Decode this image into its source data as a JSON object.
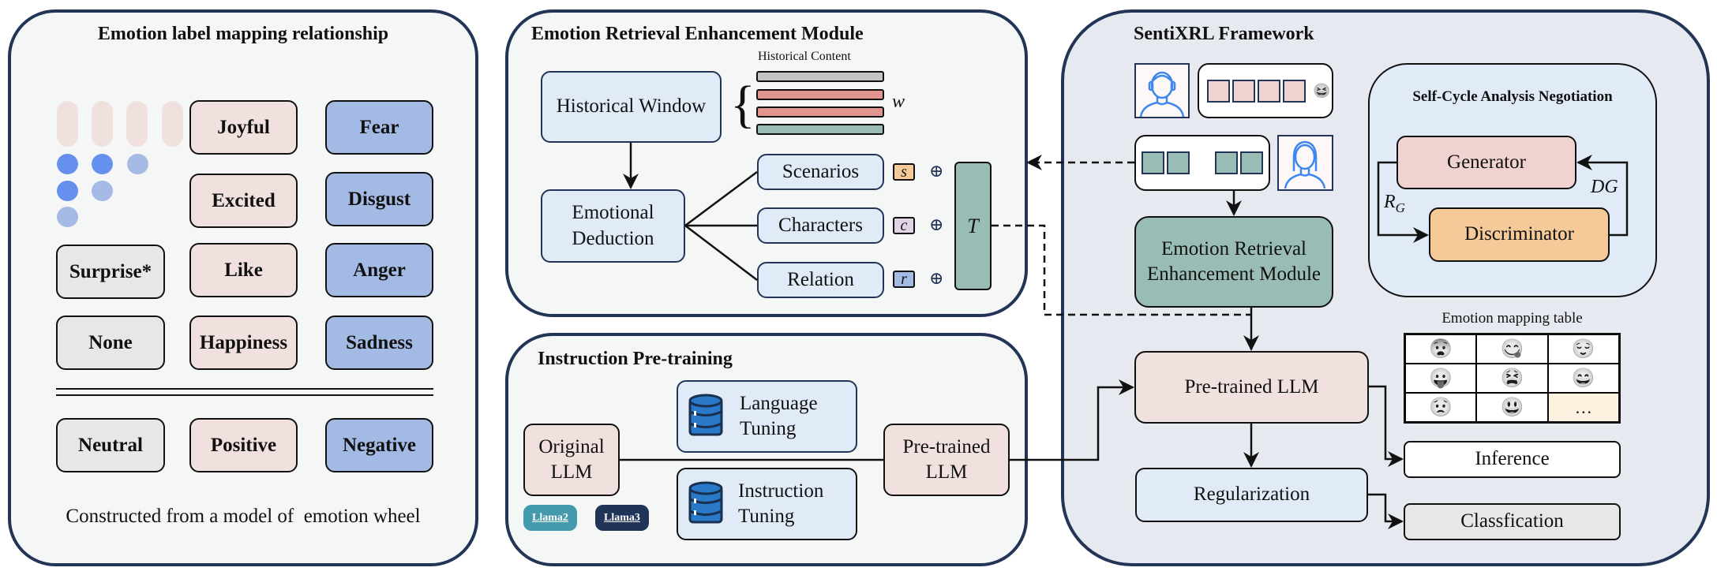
{
  "left_panel": {
    "title": "Emotion label mapping relationship",
    "rows": [
      [
        "",
        "Joyful",
        "Fear"
      ],
      [
        "",
        "Excited",
        "Disgust"
      ],
      [
        "Surprise*",
        "Like",
        "Anger"
      ],
      [
        "None",
        "Happiness",
        "Sadness"
      ]
    ],
    "summary_row": [
      "Neutral",
      "Positive",
      "Negative"
    ],
    "caption": "Constructed from a model of  emotion wheel"
  },
  "ere_panel": {
    "title": "Emotion Retrieval Enhancement Module",
    "historical_window": "Historical Window",
    "historical_content_label": "Historical Content",
    "window_symbol": "w",
    "emotional_deduction_line1": "Emotional",
    "emotional_deduction_line2": "Deduction",
    "branches": [
      {
        "label": "Scenarios",
        "tag": "s",
        "color": "#f5ca98"
      },
      {
        "label": "Characters",
        "tag": "c",
        "color": "#e0d4e6"
      },
      {
        "label": "Relation",
        "tag": "r",
        "color": "#a3bbe4"
      }
    ],
    "oplus": "⊕",
    "t_label": "T"
  },
  "pretrain_panel": {
    "title": "Instruction Pre-training",
    "original_llm_line1": "Original",
    "original_llm_line2": "LLM",
    "language_tuning_line1": "Language",
    "language_tuning_line2": "Tuning",
    "instruction_tuning_line1": "Instruction",
    "instruction_tuning_line2": "Tuning",
    "pretrained_llm_line1": "Pre-trained",
    "pretrained_llm_line2": "LLM",
    "badges": [
      {
        "label": "Llama2",
        "color": "#4499ad"
      },
      {
        "label": "Llama3",
        "color": "#203458"
      }
    ]
  },
  "framework_panel": {
    "title": "SentiXRL Framework",
    "chat_emoji": "😆",
    "ere_module_line1": "Emotion Retrieval",
    "ere_module_line2": "Enhancement Module",
    "pretrained_llm": "Pre-trained LLM",
    "regularization": "Regularization",
    "scan": {
      "title": "Self-Cycle Analysis Negotiation",
      "generator": "Generator",
      "discriminator": "Discriminator",
      "rg_main": "R",
      "rg_sub": "G",
      "dg_label": "DG"
    },
    "mapping_table": {
      "title": "Emotion mapping table",
      "cells": [
        [
          "😨",
          "😋",
          "😌"
        ],
        [
          "😛",
          "😫",
          "😄"
        ],
        [
          "😟",
          "😃",
          "…"
        ]
      ]
    },
    "inference": "Inference",
    "classification": "Classfication"
  }
}
